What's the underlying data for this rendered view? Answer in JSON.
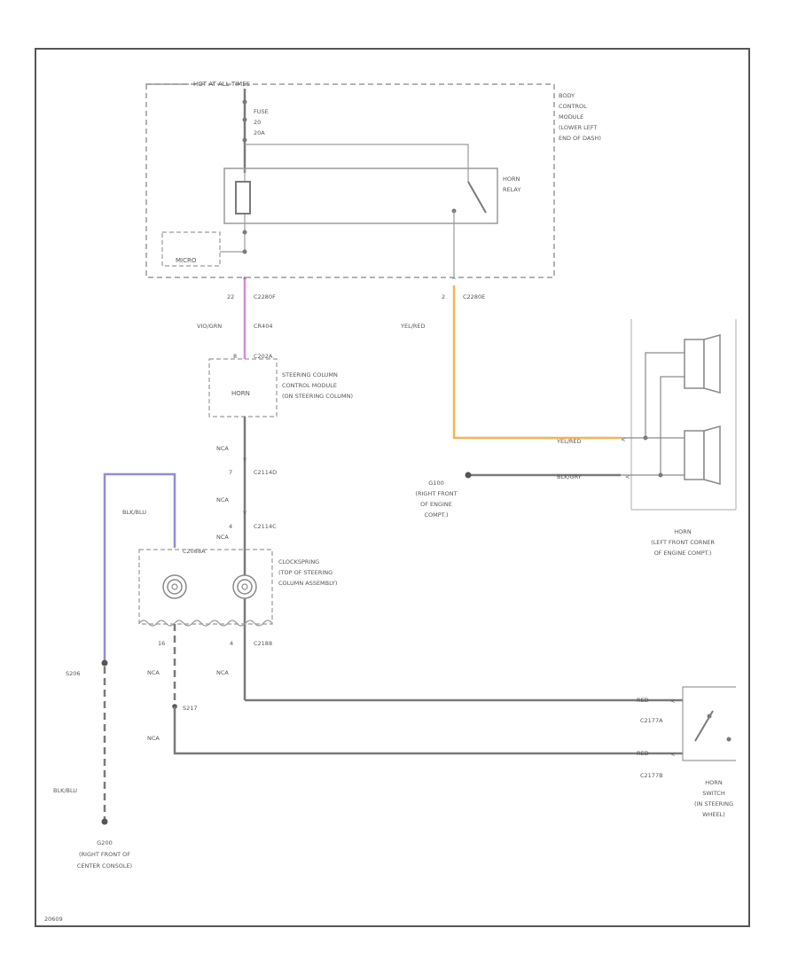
{
  "bcm": {
    "fuse_box_title": "HOT AT ALL TIMES",
    "fuse_label": "FUSE",
    "fuse_number": "20",
    "fuse_rating": "20A",
    "module_label": [
      "BODY",
      "CONTROL",
      "MODULE",
      "(LOWER LEFT",
      "END OF DASH)"
    ],
    "relay_label": [
      "HORN",
      "RELAY"
    ],
    "micro_label": "MICRO"
  },
  "connectors": {
    "c2280f_pin": "22",
    "c2280f": "C2280F",
    "c2280e_pin": "2",
    "c2280e": "C2280E",
    "c202a": "C202A",
    "c2114d_pin": "7",
    "c2114d": "C2114D",
    "c2114c_pin": "4",
    "c2114c": "C2114C",
    "c2088a": "C2088A",
    "c2188_left_pin": "16",
    "c2188_right_pin": "4",
    "c2188": "C2188",
    "c2177a": "C2177A",
    "c2177b": "C2177B"
  },
  "wires": {
    "violet_green": "VIO/GRN",
    "violet_green_code": "CR404",
    "yellow_red": "YEL/RED",
    "yellow_red_horn": "YEL/RED",
    "black_grey": "BLK/GRY",
    "black_blue_upper": "BLK/BLU",
    "black_blue_lower": "BLK/BLU",
    "nca_1": "NCA",
    "nca_2": "NCA",
    "nca_3": "NCA",
    "nca_4": "NCA",
    "nca_5": "NCA",
    "nca_6": "NCA",
    "red_1": "RED",
    "red_2": "RED"
  },
  "components": {
    "sccm_label": [
      "STEERING COLUMN",
      "CONTROL MODULE",
      "(ON STEERING COLUMN)"
    ],
    "sccm_horn": "HORN",
    "clockspring_label": [
      "CLOCKSPRING",
      "(TOP OF STEERING",
      "COLUMN ASSEMBLY)"
    ],
    "horn_label": [
      "HORN",
      "(LEFT FRONT CORNER",
      "OF ENGINE COMPT.)"
    ],
    "horn_switch_label": [
      "HORN",
      "SWITCH",
      "(IN STEERING",
      "WHEEL)"
    ],
    "g100_label": [
      "G100",
      "(RIGHT FRONT",
      "OF ENGINE",
      "COMPT.)"
    ],
    "s206": "S206",
    "s217": "S217",
    "g200_label": [
      "G200",
      "(RIGHT FRONT OF",
      "CENTER CONSOLE)"
    ],
    "diagram_id": "20609"
  },
  "colors": {
    "wire_grey": "#7a7a7a",
    "wire_violet_green": "#d889d8",
    "wire_yellow_red": "#f5b454",
    "wire_black_blue": "#8e8ed8",
    "frame": "#555555",
    "dashed_box": "#9a9a9a"
  }
}
